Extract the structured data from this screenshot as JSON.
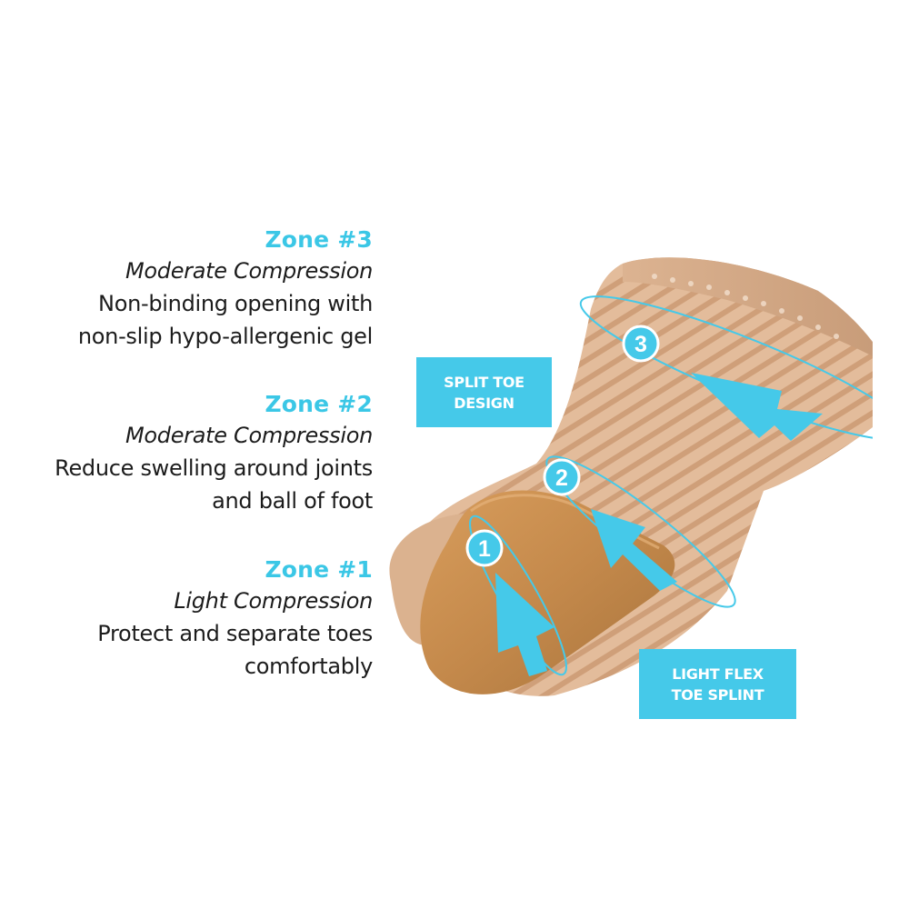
{
  "zones": {
    "zone3": {
      "heading": "Zone #3",
      "level": "Moderate Compression",
      "desc_line1": "Non-binding opening with",
      "desc_line2": "non-slip hypo-allergenic gel"
    },
    "zone2": {
      "heading": "Zone #2",
      "level": "Moderate Compression",
      "desc_line1": "Reduce swelling around joints",
      "desc_line2": "and ball of foot"
    },
    "zone1": {
      "heading": "Zone #1",
      "level": "Light Compression",
      "desc_line1": "Protect and separate toes",
      "desc_line2": "comfortably"
    }
  },
  "callouts": {
    "split_toe": {
      "line1": "SPLIT TOE",
      "line2": "DESIGN"
    },
    "splint": {
      "line1": "LIGHT FLEX",
      "line2": "TOE SPLINT"
    }
  },
  "markers": {
    "one": "1",
    "two": "2",
    "three": "3"
  },
  "colors": {
    "accent": "#45c9e9",
    "heading": "#3bc7e6",
    "text": "#1c1c1c",
    "sleeve": "#e0b896",
    "sleeve_stripe": "#c99a75",
    "splint": "#c48a4e"
  }
}
